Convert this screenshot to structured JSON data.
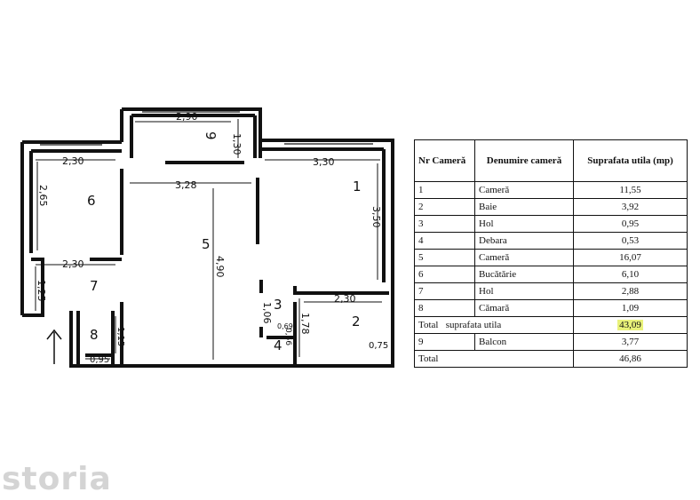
{
  "plan": {
    "dimensions": {
      "d1": "2,90",
      "d2": "1,30",
      "d3": "2,30",
      "d4": "3,28",
      "d5": "3,30",
      "d6": "2,65",
      "d7": "3,50",
      "d8": "4,90",
      "d9": "2,30",
      "d10": "1,25",
      "d11": "2,30",
      "d12": "1,06",
      "d13": "1,78",
      "d14": "0,69",
      "d15": "0,56",
      "d16": "1,15",
      "d17": "0,95",
      "d18": "0,75"
    },
    "rooms": {
      "r1": "1",
      "r2": "2",
      "r3": "3",
      "r4": "4",
      "r5": "5",
      "r6": "6",
      "r7": "7",
      "r8": "8",
      "r9": "9"
    }
  },
  "table": {
    "header": {
      "nr": "Nr Camerǎ",
      "name": "Denumire camerǎ",
      "area": "Suprafata utila (mp)"
    },
    "rows": [
      {
        "nr": "1",
        "name": "Camerǎ",
        "area": "11,55"
      },
      {
        "nr": "2",
        "name": "Baie",
        "area": "3,92"
      },
      {
        "nr": "3",
        "name": "Hol",
        "area": "0,95"
      },
      {
        "nr": "4",
        "name": "Debara",
        "area": "0,53"
      },
      {
        "nr": "5",
        "name": "Camerǎ",
        "area": "16,07"
      },
      {
        "nr": "6",
        "name": "Bucǎtǎrie",
        "area": "6,10"
      },
      {
        "nr": "7",
        "name": "Hol",
        "area": "2,88"
      },
      {
        "nr": "8",
        "name": "Cǎmarǎ",
        "area": "1,09"
      }
    ],
    "total_util": {
      "label": "Total",
      "label2": "suprafata utila",
      "area": "43,09"
    },
    "balcony": {
      "nr": "9",
      "name": "Balcon",
      "area": "3,77"
    },
    "total": {
      "label": "Total",
      "area": "46,86"
    }
  },
  "watermark": "storia"
}
